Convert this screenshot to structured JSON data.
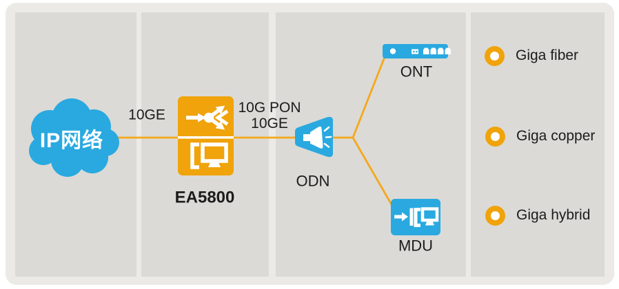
{
  "diagram": {
    "ip_cloud": {
      "label": "IP网络"
    },
    "links": {
      "uplink_label": "10GE",
      "pon_label_line1": "10G PON",
      "pon_label_line2": "10GE"
    },
    "nodes": {
      "olt": "EA5800",
      "odn": "ODN",
      "ont": "ONT",
      "mdu": "MDU"
    }
  },
  "legend": {
    "items": [
      {
        "label": "Giga fiber"
      },
      {
        "label": "Giga copper"
      },
      {
        "label": "Giga hybrid"
      }
    ]
  },
  "colors": {
    "device_orange": "#F0A30A",
    "line_orange": "#F5A81C",
    "device_blue": "#29A9E0",
    "panel_gray": "#DBDAD6",
    "canvas_gray": "#EBEAE6",
    "text": "#1B1B1B",
    "icon_white": "#FFFFFF"
  }
}
